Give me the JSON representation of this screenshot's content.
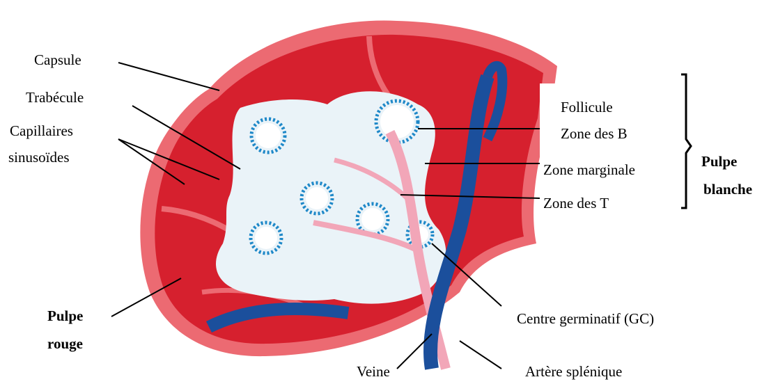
{
  "labels": {
    "capsule": "Capsule",
    "trabecule": "Trabécule",
    "capillaires": "Capillaires",
    "sinusoides": "sinusoïdes",
    "follicule": "Follicule",
    "zone_b": "Zone des B",
    "zone_marginale": "Zone marginale",
    "zone_t": "Zone des T",
    "pulpe_blanche_1": "Pulpe",
    "pulpe_blanche_2": "blanche",
    "pulpe_rouge_1": "Pulpe",
    "pulpe_rouge_2": "rouge",
    "centre_germinatif": "Centre germinatif (GC)",
    "veine": "Veine",
    "artere": "Artère splénique"
  },
  "colors": {
    "red_pulp": "#d6202e",
    "capsule_light": "#ec6a72",
    "white_pulp": "#eaf3f8",
    "follicle_dots": "#1e88c8",
    "artery": "#f2a6b8",
    "vein": "#1b4f9c",
    "sinusoid": "#f6c9cf"
  }
}
